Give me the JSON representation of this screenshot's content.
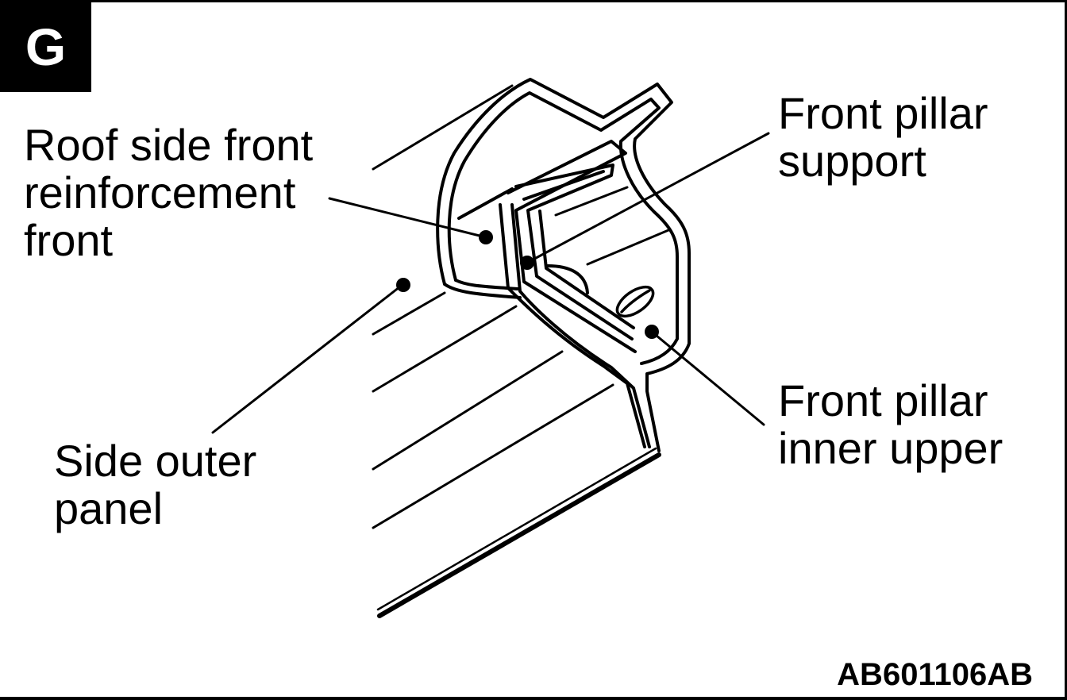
{
  "panel": {
    "badge": "G",
    "figure_code": "AB601106AB"
  },
  "labels": {
    "roof_side": [
      "Roof side front",
      "reinforcement",
      "front"
    ],
    "front_pillar_support": [
      "Front pillar",
      "support"
    ],
    "front_pillar_inner": [
      "Front pillar",
      "inner upper"
    ],
    "side_outer": [
      "Side outer",
      "panel"
    ]
  },
  "colors": {
    "ink": "#000000",
    "paper": "#ffffff"
  }
}
